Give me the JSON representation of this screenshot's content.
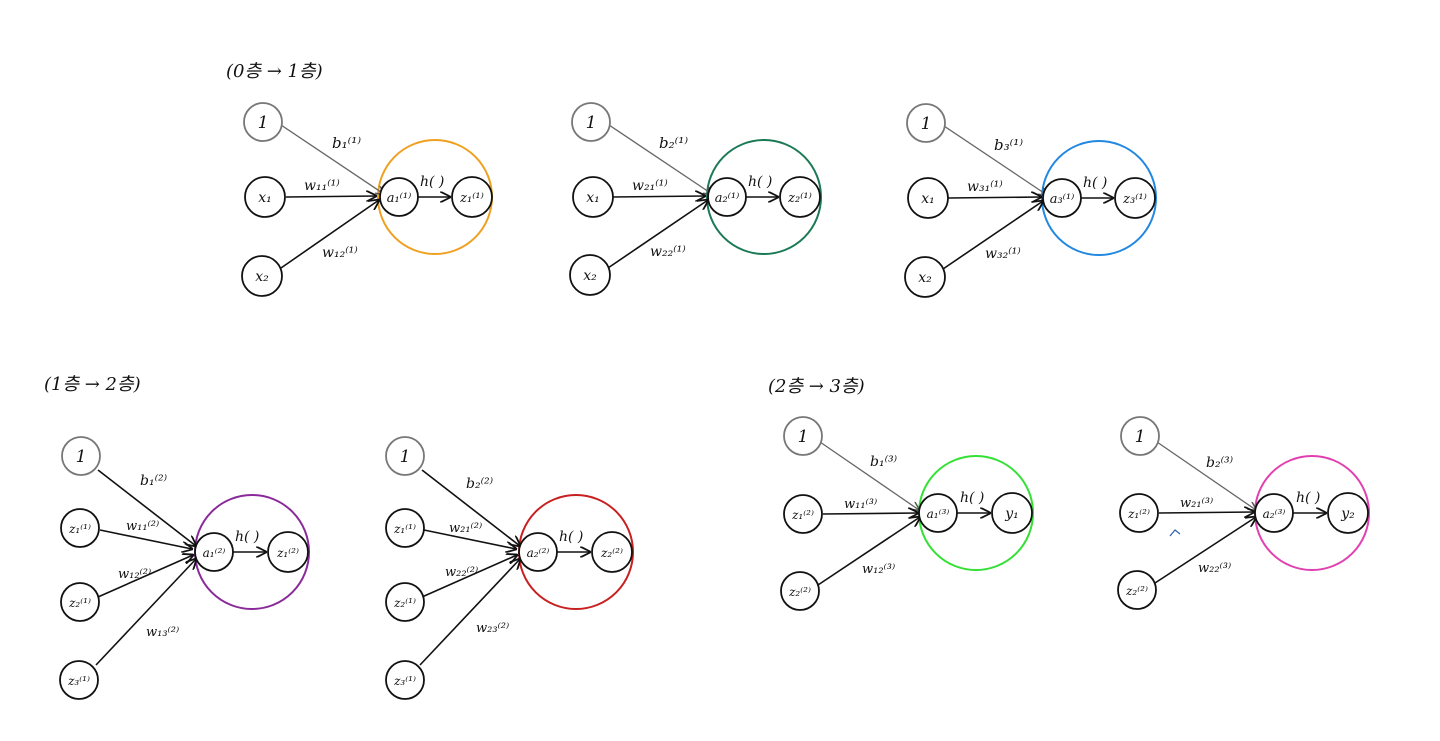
{
  "section_labels": {
    "s1": "(0층 → 1층)",
    "s2": "(1층 → 2층)",
    "s3": "(2층 → 3층)"
  },
  "bias_node_label": "1",
  "act_fn": "h( )",
  "colors": {
    "orange": "#f0a020",
    "teal": "#1b7a55",
    "blue": "#2288e0",
    "purple": "#8a2a9a",
    "red": "#c82020",
    "green": "#33e033",
    "pink": "#e040b0"
  },
  "diagrams": {
    "d1": {
      "inputs": [
        "x₁",
        "x₂"
      ],
      "bias": "b₁⁽¹⁾",
      "weights": [
        "w₁₁⁽¹⁾",
        "w₁₂⁽¹⁾"
      ],
      "a": "a₁⁽¹⁾",
      "out": "z₁⁽¹⁾"
    },
    "d2": {
      "inputs": [
        "x₁",
        "x₂"
      ],
      "bias": "b₂⁽¹⁾",
      "weights": [
        "w₂₁⁽¹⁾",
        "w₂₂⁽¹⁾"
      ],
      "a": "a₂⁽¹⁾",
      "out": "z₂⁽¹⁾"
    },
    "d3": {
      "inputs": [
        "x₁",
        "x₂"
      ],
      "bias": "b₃⁽¹⁾",
      "weights": [
        "w₃₁⁽¹⁾",
        "w₃₂⁽¹⁾"
      ],
      "a": "a₃⁽¹⁾",
      "out": "z₃⁽¹⁾"
    },
    "d4": {
      "inputs": [
        "z₁⁽¹⁾",
        "z₂⁽¹⁾",
        "z₃⁽¹⁾"
      ],
      "bias": "b₁⁽²⁾",
      "weights": [
        "w₁₁⁽²⁾",
        "w₁₂⁽²⁾",
        "w₁₃⁽²⁾"
      ],
      "a": "a₁⁽²⁾",
      "out": "z₁⁽²⁾"
    },
    "d5": {
      "inputs": [
        "z₁⁽¹⁾",
        "z₂⁽¹⁾",
        "z₃⁽¹⁾"
      ],
      "bias": "b₂⁽²⁾",
      "weights": [
        "w₂₁⁽²⁾",
        "w₂₂⁽²⁾",
        "w₂₃⁽²⁾"
      ],
      "a": "a₂⁽²⁾",
      "out": "z₂⁽²⁾"
    },
    "d6": {
      "inputs": [
        "z₁⁽²⁾",
        "z₂⁽²⁾"
      ],
      "bias": "b₁⁽³⁾",
      "weights": [
        "w₁₁⁽³⁾",
        "w₁₂⁽³⁾"
      ],
      "a": "a₁⁽³⁾",
      "out": "y₁"
    },
    "d7": {
      "inputs": [
        "z₁⁽²⁾",
        "z₂⁽²⁾"
      ],
      "bias": "b₂⁽³⁾",
      "weights": [
        "w₂₁⁽³⁾",
        "w₂₂⁽³⁾"
      ],
      "a": "a₂⁽³⁾",
      "out": "y₂"
    }
  }
}
